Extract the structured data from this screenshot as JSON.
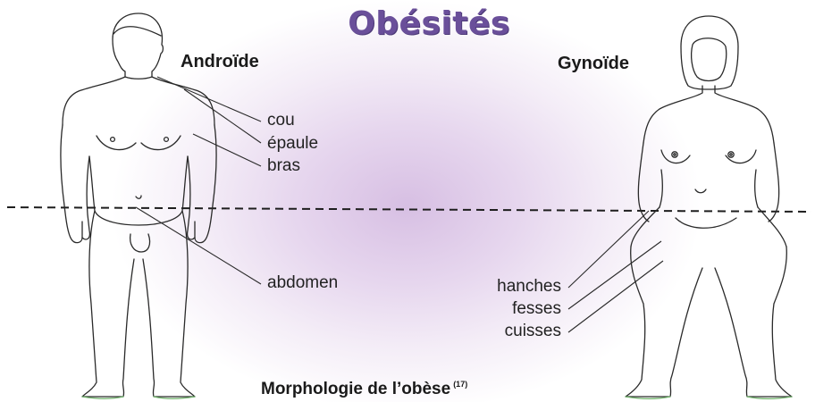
{
  "title": "Obésités",
  "android": {
    "heading": "Androïde",
    "labels": [
      "cou",
      "épaule",
      "bras",
      "abdomen"
    ]
  },
  "gynoid": {
    "heading": "Gynoïde",
    "labels": [
      "hanches",
      "fesses",
      "cuisses"
    ]
  },
  "caption": {
    "text": "Morphologie de l’obèse",
    "reference": "(17)"
  },
  "colors": {
    "title": "#6a4f9a",
    "glow": "#d7bfe3",
    "lines": "#2a2a2a"
  }
}
